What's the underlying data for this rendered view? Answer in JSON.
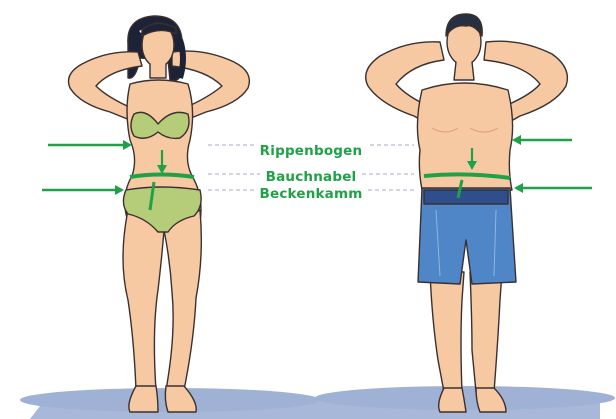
{
  "labels": {
    "rib": "Rippenbogen",
    "navel": "Bauchnabel",
    "hip": "Beckenkamm"
  },
  "colors": {
    "accent_green": "#1fa247",
    "skin": "#f7c9a2",
    "skin_shadow": "#e6a37c",
    "outline": "#3a3030",
    "woman_hair": "#1d2236",
    "man_hair": "#26303e",
    "bikini": "#b5cd78",
    "shorts": "#4f86c8",
    "shorts_waistband": "#2e4f8c",
    "ground": "#7f97c8",
    "guide_lines": "#a9a9c6"
  },
  "icons": {
    "measure_arrow": "arrow-right-icon",
    "measure_arrow_left": "arrow-left-icon",
    "down_marker": "arrow-down-icon"
  }
}
